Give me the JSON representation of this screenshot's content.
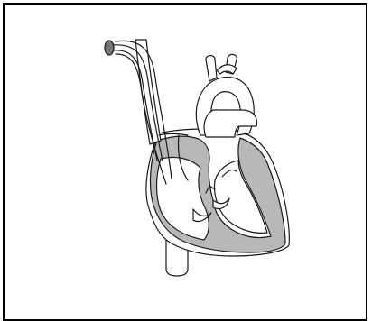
{
  "colors": {
    "background": "#ffffff",
    "border": "#000000",
    "outline": "#1a1a1a",
    "tissue": "#ffffff",
    "chamber_fill": "#b8b8b8",
    "catheter_tip": "#777777"
  },
  "diagram": {
    "subject": "heart-cross-section",
    "features": [
      "catheter",
      "superior-vena-cava",
      "aorta",
      "ventricles",
      "inferior-vena-cava"
    ]
  }
}
